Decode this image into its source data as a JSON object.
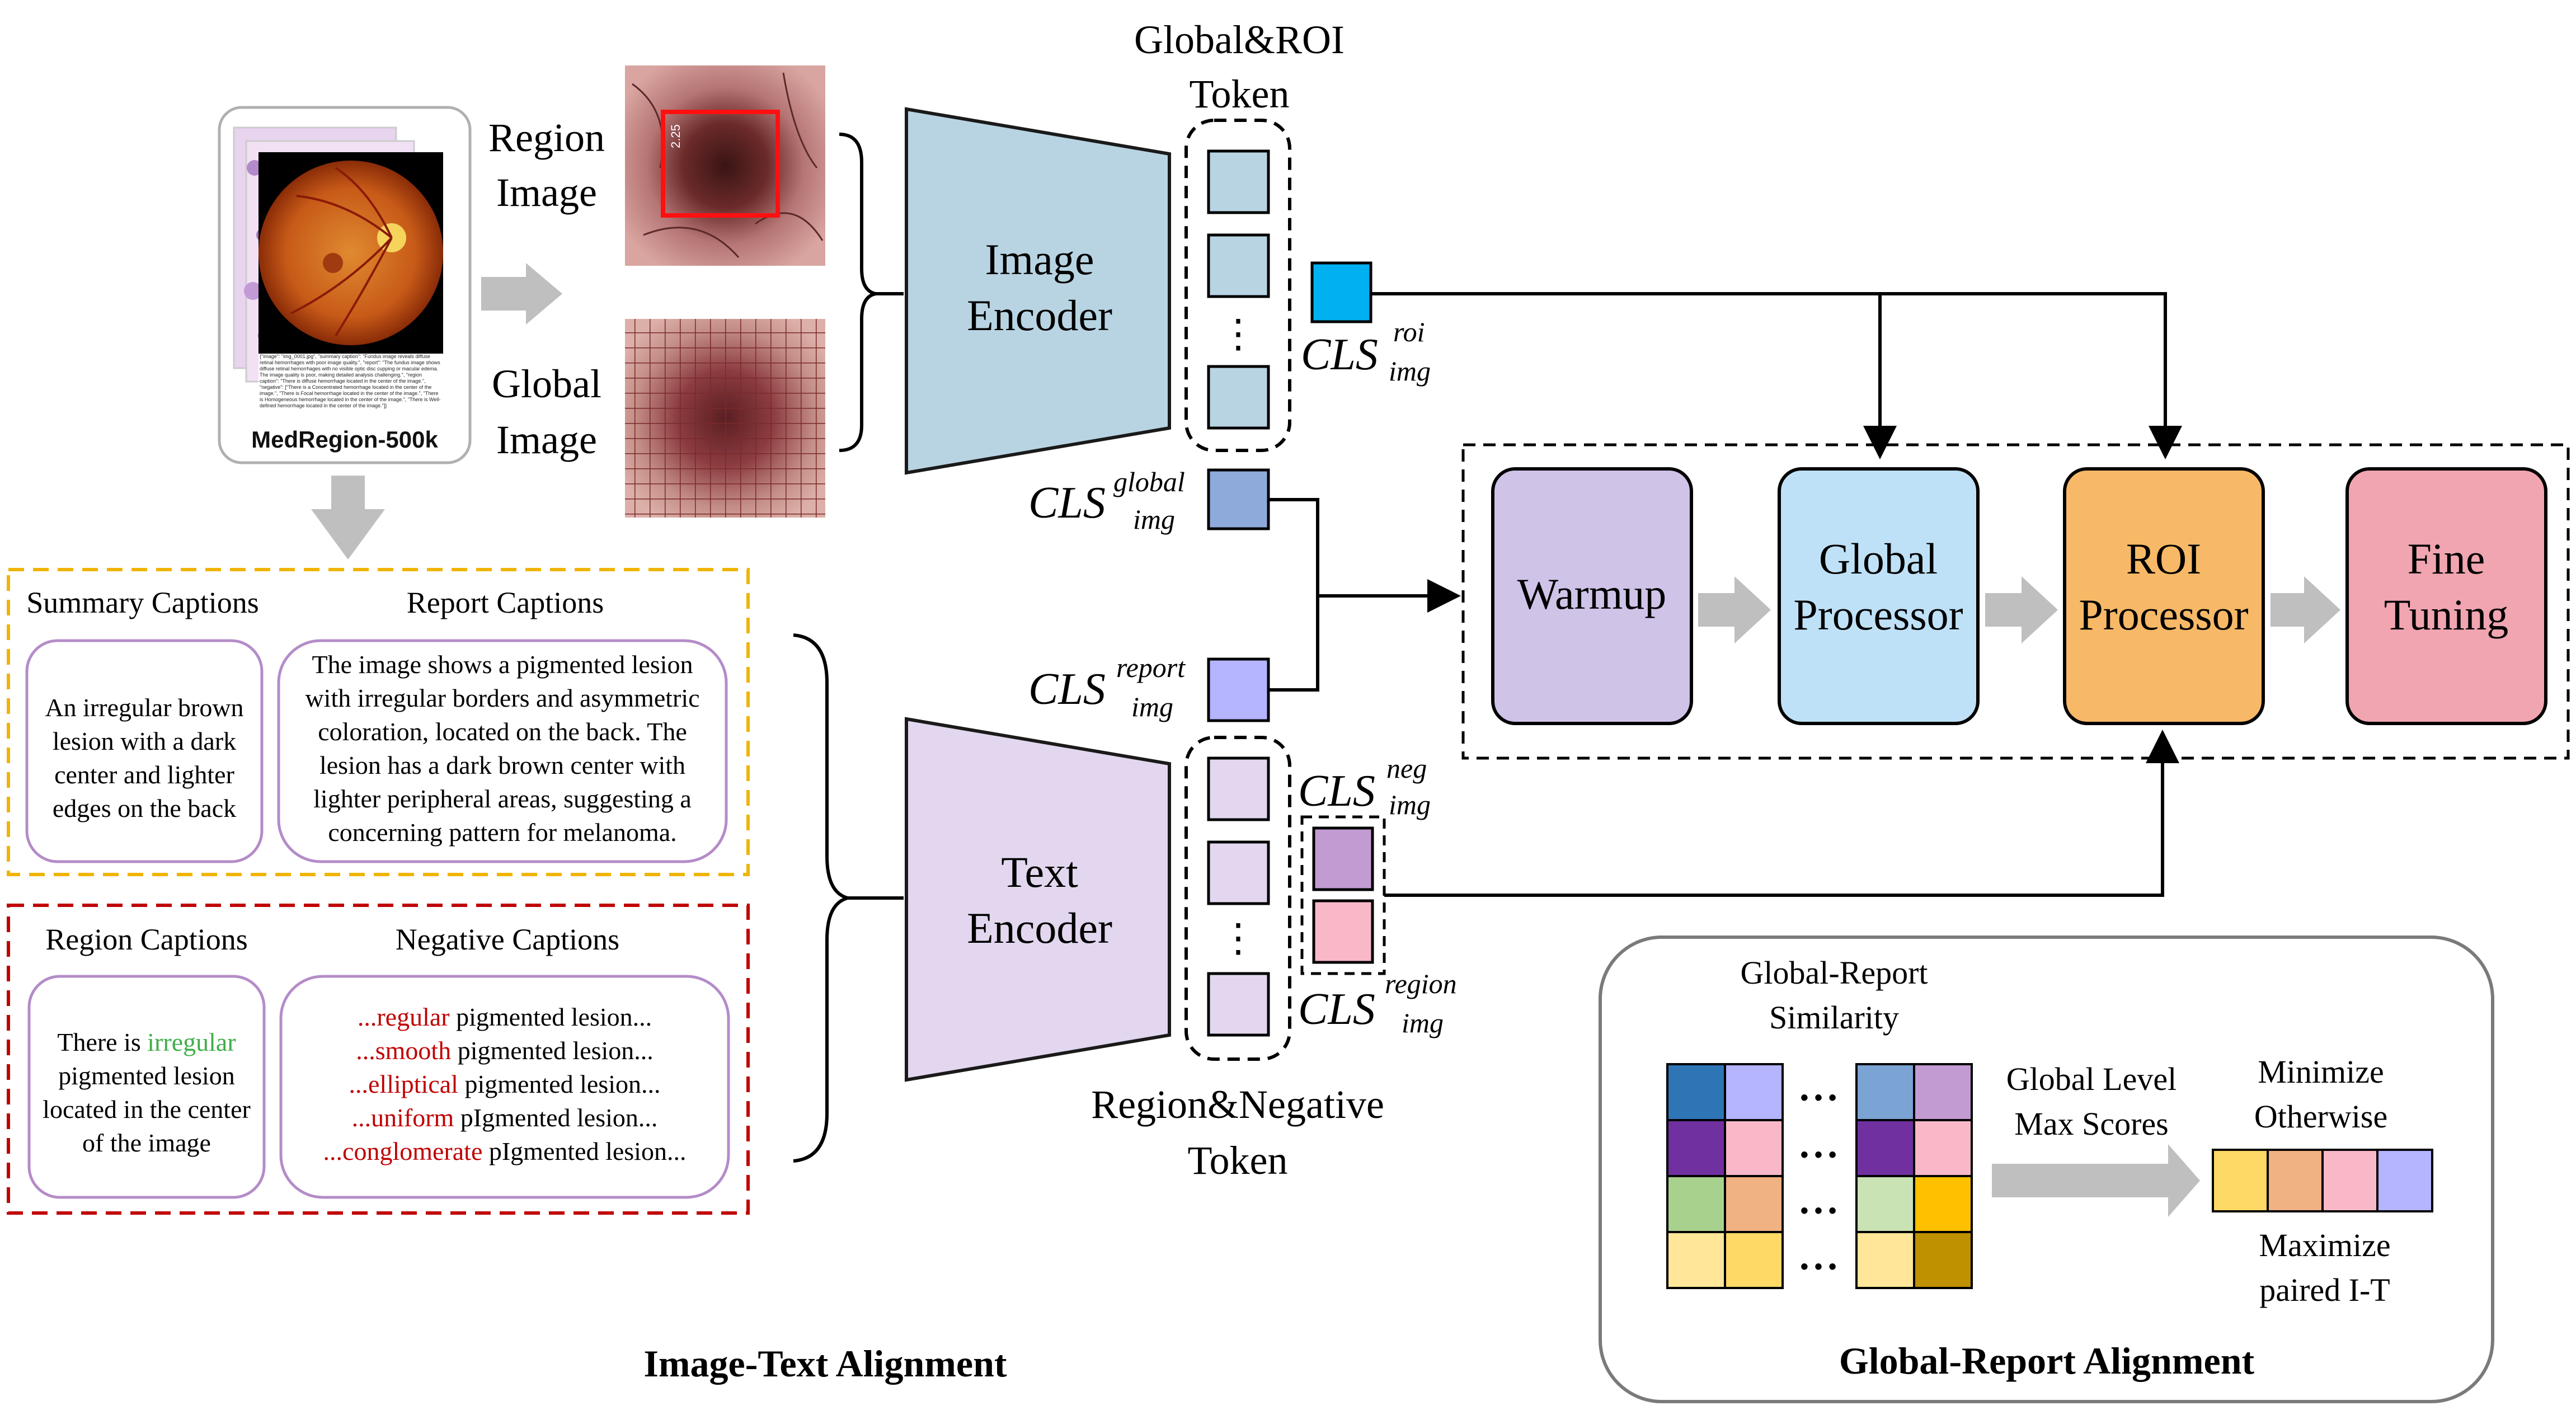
{
  "dataset": {
    "name": "MedRegion-500k",
    "sample_text": "{\"image\": \"img_0001.jpg\", \"summary caption\": \"Fundus image reveals diffuse retinal hemorrhages with poor image quality.\", \"report\": \"The fundus image shows diffuse retinal hemorrhages with no visible optic disc cupping or macular edema. The image quality is poor, making detailed analysis challenging.\", \"region caption\": \"There is diffuse hemorrhage located in the center of the image.\", \"negative\": [\"There is a Concentrated hemorrhage located in the center of the image.\", \"There is Focal hemorrhage located in the center of the image.\", \"There is Homogeneous hemorrhage located in the center of the image.\", \"There is Well-defined hemorrhage located in the center of the image.\"]}"
  },
  "image_labels": {
    "region_line1": "Region",
    "region_line2": "Image",
    "global_line1": "Global",
    "global_line2": "Image",
    "bbox_tag": "2.25"
  },
  "encoders": {
    "image": [
      "Image",
      "Encoder"
    ],
    "text": [
      "Text",
      "Encoder"
    ]
  },
  "token_groups": {
    "top": [
      "Global&ROI",
      "Token"
    ],
    "bottom": [
      "Region&Negative",
      "Token"
    ],
    "ellipsis": "⋮"
  },
  "cls_tokens": {
    "base": "CLS",
    "roi_sup": "roi",
    "global_sup": "global",
    "report_sup": "report",
    "neg_sup": "neg",
    "region_sup": "region",
    "sub": "img"
  },
  "pipeline": {
    "stages": [
      {
        "lines": [
          "Warmup"
        ],
        "fill": "#d0c3e8"
      },
      {
        "lines": [
          "Global",
          "Processor"
        ],
        "fill": "#bfe1f7"
      },
      {
        "lines": [
          "ROI",
          "Processor"
        ],
        "fill": "#f7b967"
      },
      {
        "lines": [
          "Fine",
          "Tuning"
        ],
        "fill": "#f0a5b0"
      }
    ]
  },
  "captions": {
    "summary": {
      "heading": "Summary Captions",
      "lines": [
        "An irregular brown",
        "lesion with a dark",
        "center and lighter",
        "edges on the back"
      ]
    },
    "report": {
      "heading": "Report Captions",
      "lines": [
        "The image shows a pigmented lesion",
        "with irregular borders and asymmetric",
        "coloration, located on the back. The",
        "lesion has a dark brown center with",
        "lighter peripheral areas, suggesting a",
        "concerning pattern for melanoma."
      ]
    },
    "region": {
      "heading": "Region Captions",
      "prefix": "There is ",
      "highlight": "irregular",
      "lines": [
        "pigmented lesion",
        "located in the center",
        "of the image"
      ]
    },
    "negative": {
      "heading": "Negative Captions",
      "items": [
        {
          "pre": "...",
          "word": "regular",
          "rest": " pigmented lesion..."
        },
        {
          "pre": "...",
          "word": "smooth",
          "rest": " pigmented lesion..."
        },
        {
          "pre": "...",
          "word": "elliptical",
          "rest": " pigmented lesion..."
        },
        {
          "pre": "...",
          "word": "uniform",
          "rest": " pIgmented lesion..."
        },
        {
          "pre": "...",
          "word": "conglomerate",
          "rest": " pIgmented lesion..."
        }
      ]
    }
  },
  "alignment": {
    "similarity_title": [
      "Global-Report",
      "Similarity"
    ],
    "arrow_label": [
      "Global Level",
      "Max Scores"
    ],
    "minimize": [
      "Minimize",
      "Otherwise"
    ],
    "maximize": [
      "Maximize",
      "paired I-T"
    ],
    "matrix_left": [
      [
        "#2e75b6",
        "#b4b4ff"
      ],
      [
        "#7030a0",
        "#f9b8c8"
      ],
      [
        "#a9d18e",
        "#f0b183"
      ],
      [
        "#ffe699",
        "#ffd966"
      ]
    ],
    "matrix_right": [
      [
        "#7ba3d4",
        "#c39bd3"
      ],
      [
        "#7030a0",
        "#f9b8c8"
      ],
      [
        "#c9e3b5",
        "#ffc000"
      ],
      [
        "#ffe699",
        "#bf9000"
      ]
    ],
    "score_bar": [
      "#ffd966",
      "#f0b183",
      "#f9b8c8",
      "#b4b4ff"
    ],
    "row_ellipsis": "• • •"
  },
  "section_titles": {
    "left": "Image-Text Alignment",
    "right": "Global-Report Alignment"
  },
  "colors": {
    "image_encoder": "#b8d4e3",
    "text_encoder": "#e2d7ee",
    "roi_token": "#00b0f0",
    "global_token": "#8eaadb",
    "report_token": "#b4b4ff",
    "neg_token": "#c39bd3",
    "region_token": "#f9b8c8",
    "highlight_green": "#3fae49",
    "highlight_red": "#c00000",
    "summary_border": "#f0b400",
    "region_border": "#c00000",
    "box_border": "#b48cc8"
  }
}
